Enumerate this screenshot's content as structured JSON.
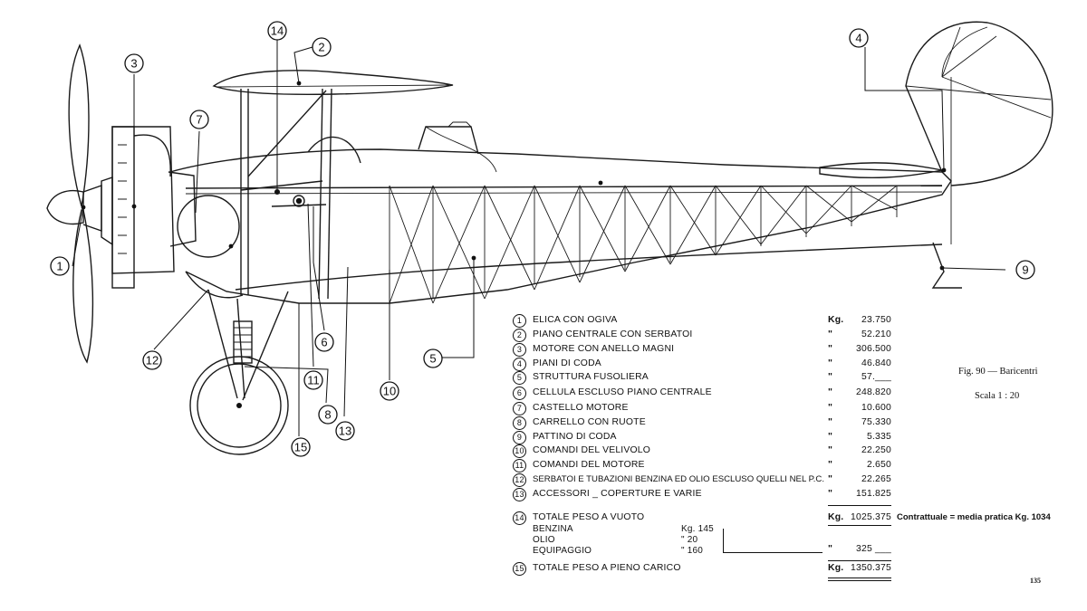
{
  "callouts": [
    "1",
    "2",
    "3",
    "4",
    "5",
    "6",
    "7",
    "8",
    "9",
    "10",
    "11",
    "12",
    "13",
    "14",
    "15"
  ],
  "table": {
    "rows": [
      {
        "num": "1",
        "label": "ELICA CON OGIVA",
        "unit": "Kg.",
        "value": "23.750"
      },
      {
        "num": "2",
        "label": "PIANO CENTRALE CON SERBATOI",
        "unit": "\"",
        "value": "52.210"
      },
      {
        "num": "3",
        "label": "MOTORE CON ANELLO MAGNI",
        "unit": "\"",
        "value": "306.500"
      },
      {
        "num": "4",
        "label": "PIANI DI CODA",
        "unit": "\"",
        "value": "46.840"
      },
      {
        "num": "5",
        "label": "STRUTTURA FUSOLIERA",
        "unit": "\"",
        "value": "57.___"
      },
      {
        "num": "6",
        "label": "CELLULA ESCLUSO PIANO CENTRALE",
        "unit": "\"",
        "value": "248.820"
      },
      {
        "num": "7",
        "label": "CASTELLO MOTORE",
        "unit": "\"",
        "value": "10.600"
      },
      {
        "num": "8",
        "label": "CARRELLO CON RUOTE",
        "unit": "\"",
        "value": "75.330"
      },
      {
        "num": "9",
        "label": "PATTINO DI CODA",
        "unit": "\"",
        "value": "5.335"
      },
      {
        "num": "10",
        "label": "COMANDI DEL VELIVOLO",
        "unit": "\"",
        "value": "22.250"
      },
      {
        "num": "11",
        "label": "COMANDI DEL MOTORE",
        "unit": "\"",
        "value": "2.650"
      },
      {
        "num": "12",
        "label": "SERBATOI E TUBAZIONI BENZINA ED OLIO ESCLUSO QUELLI NEL P.C.",
        "unit": "\"",
        "value": "22.265"
      },
      {
        "num": "13",
        "label": "ACCESSORI _ COPERTURE E VARIE",
        "unit": "\"",
        "value": "151.825"
      }
    ],
    "empty": {
      "num": "14",
      "label": "TOTALE PESO A VUOTO",
      "unit": "Kg.",
      "value": "1025.375"
    },
    "load": [
      {
        "label": "BENZINA",
        "value": "Kg. 145"
      },
      {
        "label": "OLIO",
        "value": "\"  20"
      },
      {
        "label": "EQUIPAGGIO",
        "value": "\"  160"
      }
    ],
    "load_total_unit": "\"",
    "load_total": "325 ___",
    "full": {
      "num": "15",
      "label": "TOTALE PESO A PIENO CARICO",
      "unit": "Kg.",
      "value": "1350.375"
    }
  },
  "note": "Contrattuale = media pratica Kg. 1034",
  "caption": "Fig. 90 — Baricentri",
  "scale": "Scala 1 : 20",
  "page_number": "135"
}
